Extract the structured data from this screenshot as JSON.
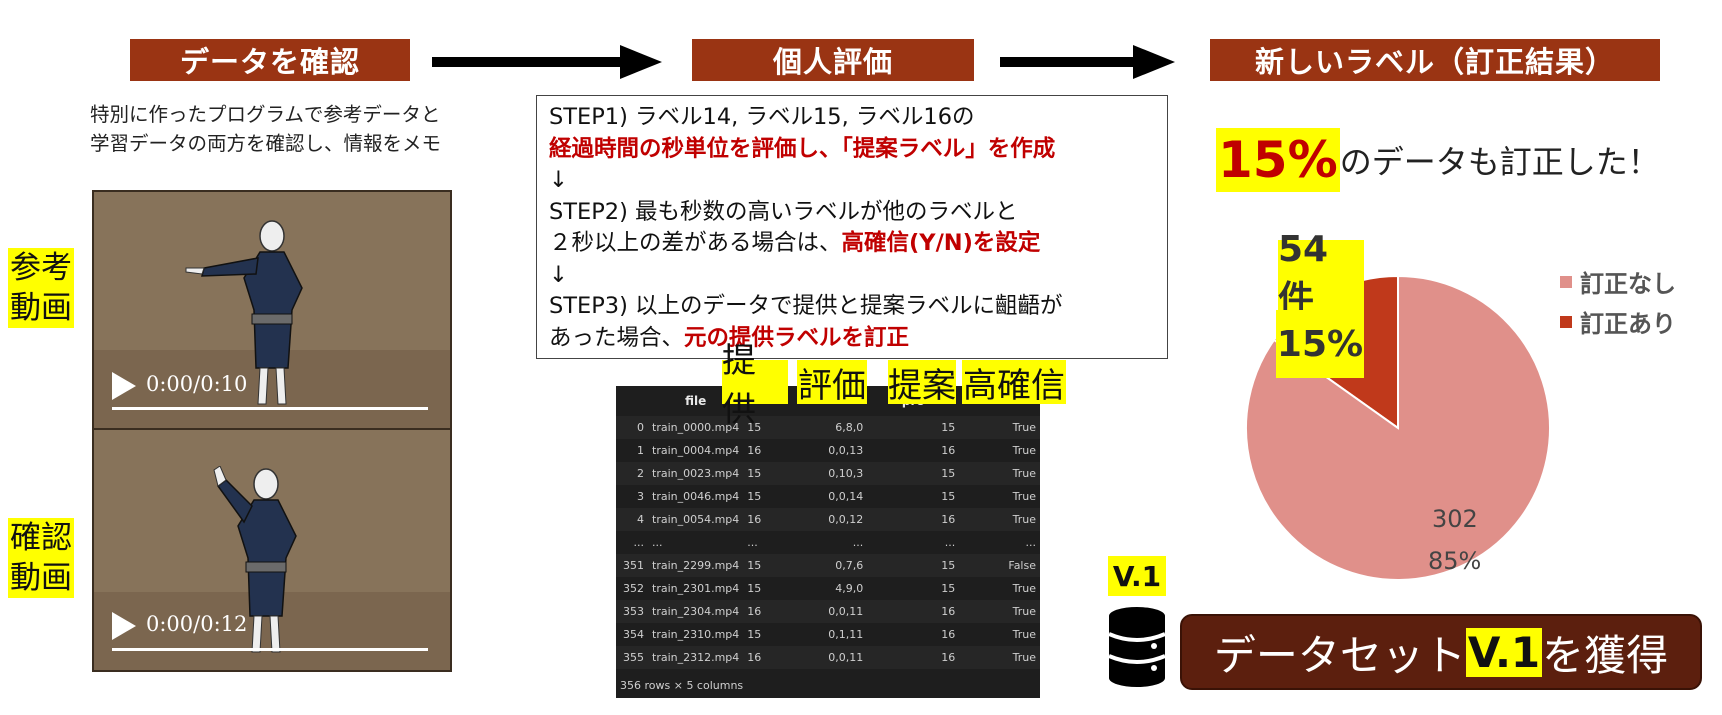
{
  "headers": {
    "check": "データを確認",
    "eval": "個人評価",
    "result": "新しいラベル（訂正結果）"
  },
  "intro": {
    "line1": "特別に作ったプログラムで参考データと",
    "line2": "学習データの両方を確認し、情報をメモ"
  },
  "videos": {
    "ref_label_1": "参考",
    "ref_label_2": "動画",
    "ref_time": "0:00/0:10",
    "chk_label_1": "確認",
    "chk_label_2": "動画",
    "chk_time": "0:00/0:12"
  },
  "steps": {
    "s1_a": "STEP1) ラベル14, ラベル15, ラベル16の",
    "s1_b": "経過時間の秒単位を評価し、「提案ラベル」を作成",
    "arrow1": "↓",
    "s2_a": "STEP2) 最も秒数の高いラベルが他のラベルと",
    "s2_b": "２秒以上の差がある場合は、",
    "s2_c": "高確信(Y/N)を設定",
    "arrow2": "↓",
    "s3_a": "STEP3) 以上のデータで提供と提案ラベルに齟齬が",
    "s3_b": "あった場合、",
    "s3_c": "元の提供ラベルを訂正"
  },
  "column_highlights": {
    "provided": "提供",
    "evaluation": "評価",
    "proposed": "提案",
    "confident": "高確信"
  },
  "table": {
    "headers": [
      "",
      "file",
      "",
      "",
      "pro",
      ""
    ],
    "rows": [
      [
        "0",
        "train_0000.mp4",
        "15",
        "6,8,0",
        "15",
        "True"
      ],
      [
        "1",
        "train_0004.mp4",
        "16",
        "0,0,13",
        "16",
        "True"
      ],
      [
        "2",
        "train_0023.mp4",
        "15",
        "0,10,3",
        "15",
        "True"
      ],
      [
        "3",
        "train_0046.mp4",
        "15",
        "0,0,14",
        "15",
        "True"
      ],
      [
        "4",
        "train_0054.mp4",
        "16",
        "0,0,12",
        "16",
        "True"
      ],
      [
        "...",
        "...",
        "...",
        "...",
        "...",
        "..."
      ],
      [
        "351",
        "train_2299.mp4",
        "15",
        "0,7,6",
        "15",
        "False"
      ],
      [
        "352",
        "train_2301.mp4",
        "15",
        "4,9,0",
        "15",
        "True"
      ],
      [
        "353",
        "train_2304.mp4",
        "16",
        "0,0,11",
        "16",
        "True"
      ],
      [
        "354",
        "train_2310.mp4",
        "15",
        "0,1,11",
        "16",
        "True"
      ],
      [
        "355",
        "train_2312.mp4",
        "16",
        "0,0,11",
        "16",
        "True"
      ]
    ],
    "footer": "356 rows × 5 columns"
  },
  "result": {
    "percent_big": "15%",
    "percent_text": "のデータも訂正した！"
  },
  "chart_data": {
    "type": "pie",
    "slices": [
      {
        "label": "訂正なし",
        "value": 302,
        "percent_label": "85%",
        "color": "#e0908a"
      },
      {
        "label": "訂正あり",
        "value": 54,
        "percent_label": "15%",
        "color": "#c0391b"
      }
    ],
    "slice_labels": {
      "large_value": "302",
      "large_percent": "85%",
      "small_value": "54件",
      "small_percent": "15%"
    },
    "legend_position": "right"
  },
  "dataset": {
    "version_label": "V.1",
    "banner_prefix": "データセット",
    "banner_version": "V.1",
    "banner_suffix": "を獲得",
    "icon": "database-icon"
  },
  "colors": {
    "header_bg": "#9a3413",
    "highlight": "#ffff00",
    "emphasis_red": "#c00000",
    "banner_bg": "#5c1f0e"
  }
}
